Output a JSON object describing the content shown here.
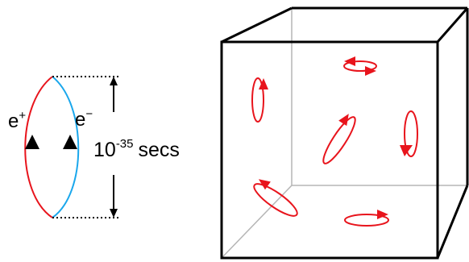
{
  "colors": {
    "positron_line": "#e8141c",
    "electron_line": "#1aa7ec",
    "arrow": "#000000",
    "box_edge": "#000000",
    "box_hidden_edge": "#b5b5b5",
    "loop_arrow": "#e8141c"
  },
  "pair_diagram": {
    "positron_label": "e",
    "positron_sup": "+",
    "electron_label": "e",
    "electron_sup": "−",
    "time_base": "10",
    "time_exponent": "-35",
    "time_unit": "secs"
  },
  "box_diagram": {
    "loop_count": 6
  }
}
